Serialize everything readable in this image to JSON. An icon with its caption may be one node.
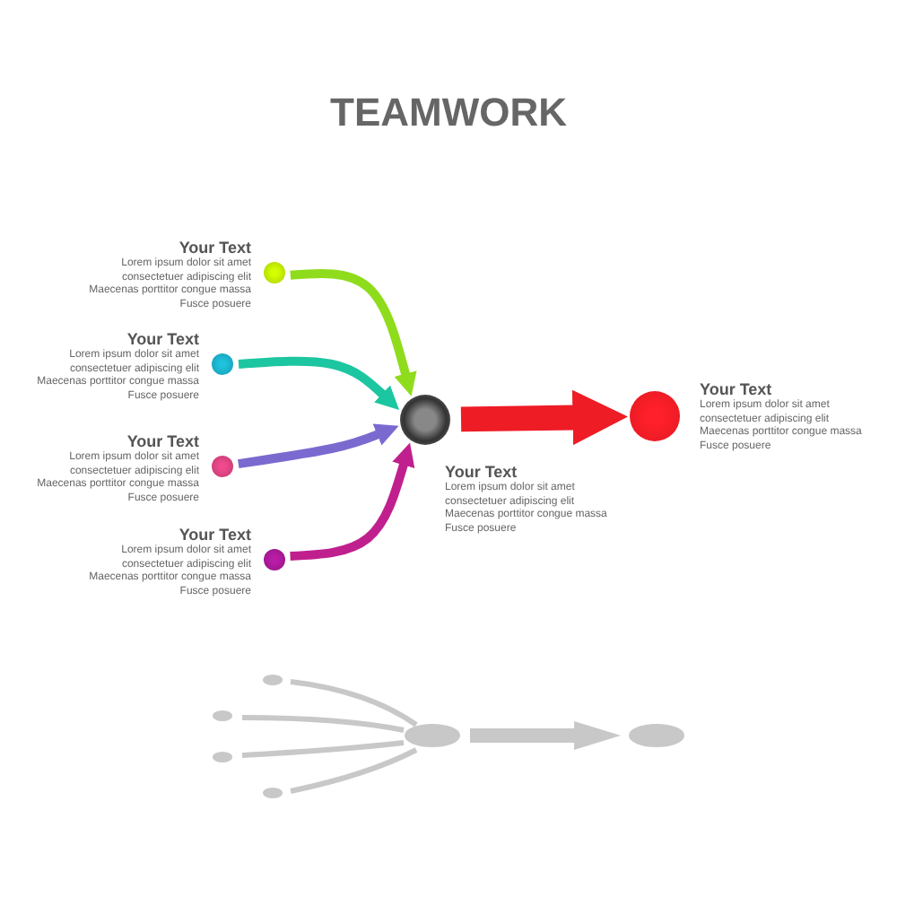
{
  "diagram": {
    "title": "TEAMWORK",
    "nodes": [
      {
        "text": [],
        "shape": "circle",
        "beside": [
          "Your Text",
          "Lorem ipsum dolor sit amet consectetuer adipiscing elit Maecenas porttitor congue massa Fusce posuere"
        ]
      },
      {
        "text": [],
        "shape": "circle",
        "beside": [
          "Your Text",
          "Lorem ipsum dolor sit amet consectetuer adipiscing elit Maecenas porttitor congue massa Fusce posuere"
        ]
      },
      {
        "text": [],
        "shape": "circle",
        "beside": [
          "Your Text",
          "Lorem ipsum dolor sit amet consectetuer adipiscing elit Maecenas porttitor congue massa Fusce posuere"
        ]
      },
      {
        "text": [],
        "shape": "circle",
        "beside": [
          "Your Text",
          "Lorem ipsum dolor sit amet consectetuer adipiscing elit Maecenas porttitor congue massa Fusce posuere"
        ]
      },
      {
        "text": [],
        "shape": "circle",
        "beside": [
          "Your Text",
          "Lorem ipsum dolor sit amet consectetuer adipiscing elit Maecenas porttitor congue massa Fusce posuere"
        ]
      },
      {
        "text": [],
        "shape": "circle",
        "beside": [
          "Your Text",
          "Lorem ipsum dolor sit amet consectetuer adipiscing elit Maecenas porttitor congue massa Fusce posuere"
        ]
      }
    ],
    "edges": [
      {
        "from": 0,
        "to": 4,
        "arrow": "to",
        "color": "#8fdc1c"
      },
      {
        "from": 1,
        "to": 4,
        "arrow": "to",
        "color": "#1cc6a0"
      },
      {
        "from": 2,
        "to": 4,
        "arrow": "to",
        "color": "#7a6ad0"
      },
      {
        "from": 3,
        "to": 4,
        "arrow": "to",
        "color": "#c0208e"
      },
      {
        "from": 4,
        "to": 5,
        "arrow": "to",
        "style": "thick",
        "color": "#ee1c25"
      }
    ]
  }
}
